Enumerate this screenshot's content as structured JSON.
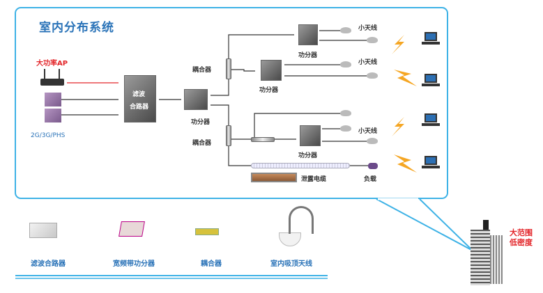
{
  "title": "室内分布系统",
  "sources": {
    "ap_label": "大功率AP",
    "bts_label": "2G/3G/PHS"
  },
  "combiner_main": {
    "label_line1": "滤波",
    "label_line2": "合路器"
  },
  "nodes": {
    "power_splitter_label": "功分器",
    "coupler_label": "耦合器",
    "small_antenna_label": "小天线",
    "leaky_cable_label": "泄露电缆",
    "load_label": "负载"
  },
  "coverage": {
    "line1": "大范围",
    "line2": "低密度"
  },
  "components": [
    {
      "label": "滤波合路器",
      "icon": "filter-combiner"
    },
    {
      "label": "宽频带功分器",
      "icon": "wideband-splitter"
    },
    {
      "label": "耦合器",
      "icon": "coupler"
    },
    {
      "label": "室内吸顶天线",
      "icon": "ceiling-antenna"
    }
  ],
  "colors": {
    "accent": "#3db2e6",
    "title": "#2a73b8",
    "highlight": "#e3262a",
    "signal": "#f5a623"
  }
}
